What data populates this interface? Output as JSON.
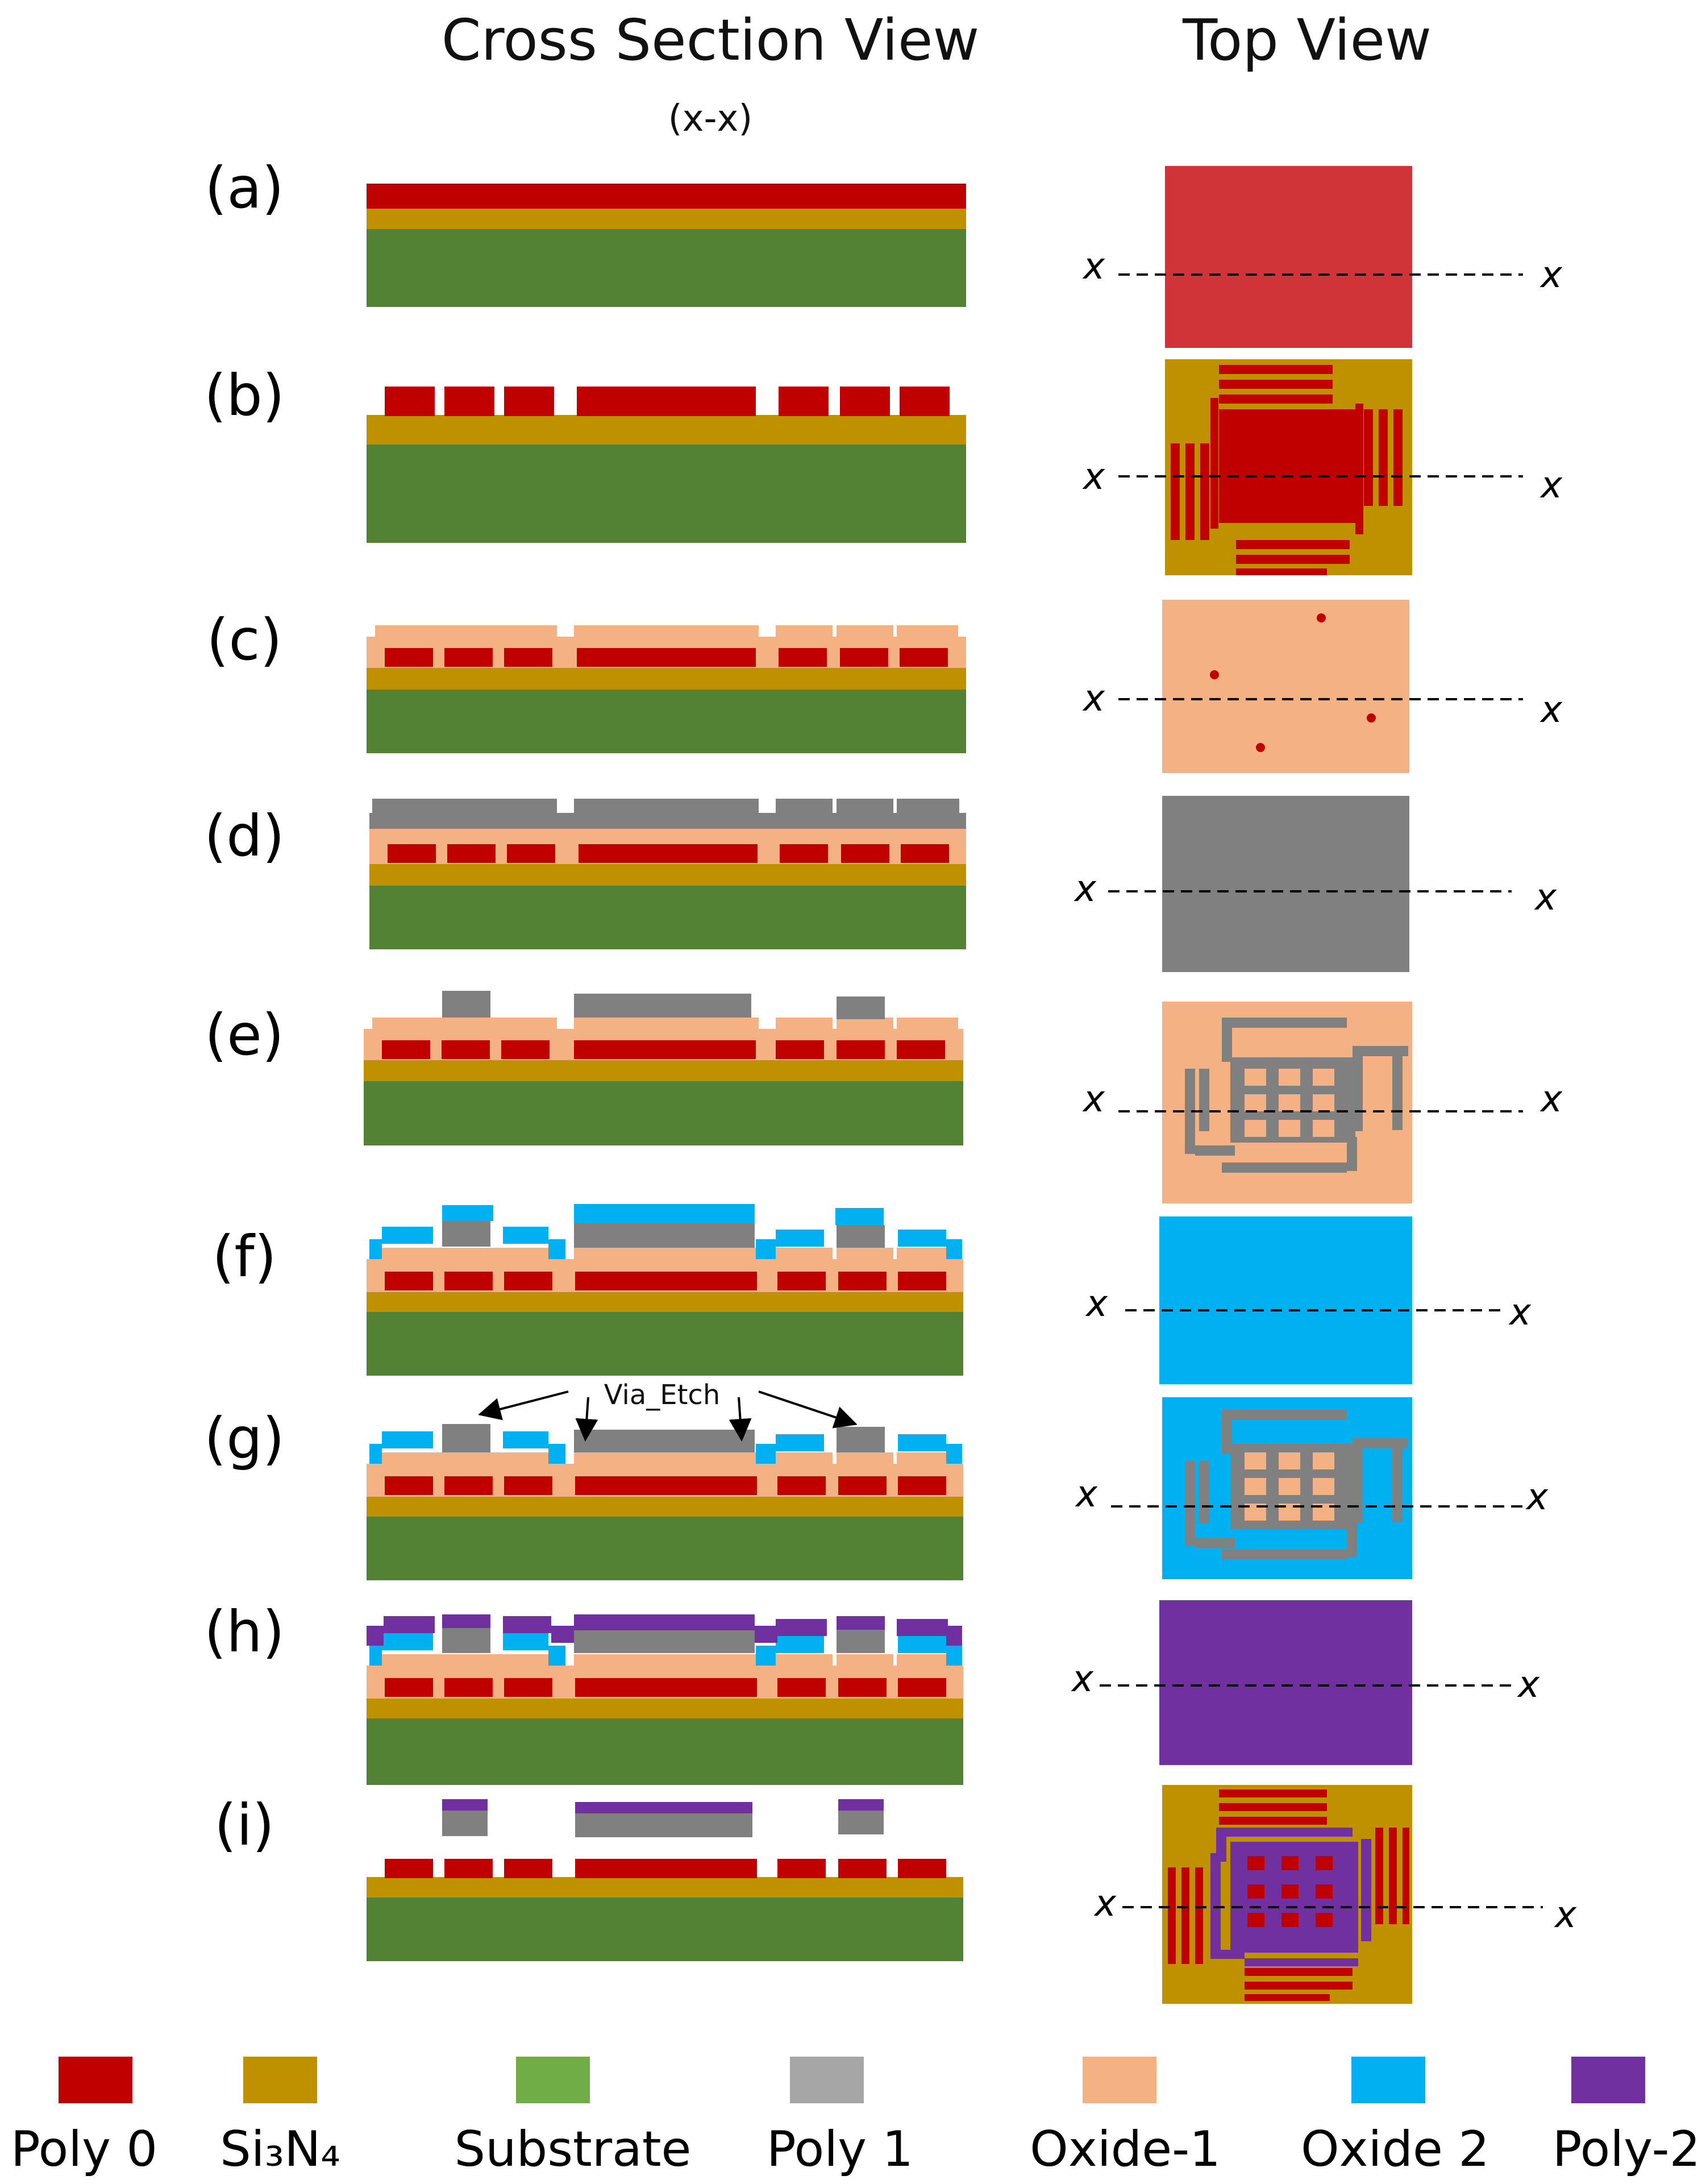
{
  "headings": {
    "cross_section": "Cross Section View",
    "cross_section_sub": "(x-x)",
    "top_view": "Top View"
  },
  "steps": [
    {
      "label": "(a)"
    },
    {
      "label": "(b)"
    },
    {
      "label": "(c)"
    },
    {
      "label": "(d)"
    },
    {
      "label": "(e)"
    },
    {
      "label": "(f)"
    },
    {
      "label": "(g)"
    },
    {
      "label": "(h)"
    },
    {
      "label": "(i)"
    }
  ],
  "section_marker": "x",
  "annotation": "Via_Etch",
  "legend": [
    {
      "key": "poly0",
      "label": "Poly 0",
      "color": "#c00000"
    },
    {
      "key": "si3n4",
      "label": "Si₃N₄",
      "color": "#bf9000"
    },
    {
      "key": "substrate",
      "label": "Substrate",
      "color": "#70ad47"
    },
    {
      "key": "poly1",
      "label": "Poly 1",
      "color": "#a6a6a6"
    },
    {
      "key": "oxide1",
      "label": "Oxide-1",
      "color": "#f4b183"
    },
    {
      "key": "oxide2",
      "label": "Oxide 2",
      "color": "#00b0f0"
    },
    {
      "key": "poly2",
      "label": "Poly-2",
      "color": "#7030a0"
    }
  ],
  "colors": {
    "substrate_dark": "#548235",
    "poly0_topview_a": "#d13438",
    "poly1_topview": "#808080",
    "oxide2_topview": "#00b0f0"
  }
}
